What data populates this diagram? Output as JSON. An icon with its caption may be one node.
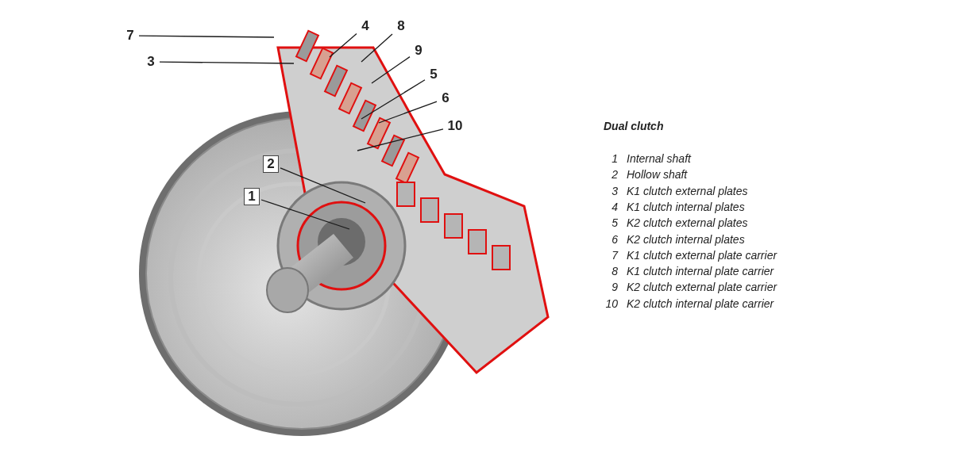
{
  "diagram": {
    "title": "Dual clutch",
    "nodes": [
      {
        "text": [
          "7"
        ]
      },
      {
        "text": [
          "4"
        ]
      },
      {
        "text": [
          "8"
        ]
      },
      {
        "text": [
          "3"
        ]
      },
      {
        "text": [
          "9"
        ]
      },
      {
        "text": [
          "5"
        ]
      },
      {
        "text": [
          "6"
        ]
      },
      {
        "text": [
          "10"
        ]
      },
      {
        "text": [
          "2"
        ]
      },
      {
        "text": [
          "1"
        ]
      }
    ],
    "edges": [
      {
        "from": 0,
        "to": null,
        "arrow": "none"
      },
      {
        "from": 1,
        "to": null,
        "arrow": "none"
      },
      {
        "from": 2,
        "to": null,
        "arrow": "none"
      },
      {
        "from": 3,
        "to": null,
        "arrow": "none"
      },
      {
        "from": 4,
        "to": null,
        "arrow": "none"
      },
      {
        "from": 5,
        "to": null,
        "arrow": "none"
      },
      {
        "from": 6,
        "to": null,
        "arrow": "none"
      },
      {
        "from": 7,
        "to": null,
        "arrow": "none"
      },
      {
        "from": 8,
        "to": null,
        "arrow": "none"
      },
      {
        "from": 9,
        "to": null,
        "arrow": "none"
      }
    ],
    "labels": [
      "1",
      "Internal shaft",
      "2",
      "Hollow shaft",
      "3",
      "K1 clutch external plates",
      "4",
      "K1 clutch internal plates",
      "5",
      "K2 clutch external plates",
      "6",
      "K2 clutch internal plates",
      "7",
      "K1 clutch external plate carrier",
      "8",
      "K1 clutch internal plate carrier",
      "9",
      "K2 clutch external plate carrier",
      "10",
      "K2 clutch internal plate carrier"
    ]
  }
}
